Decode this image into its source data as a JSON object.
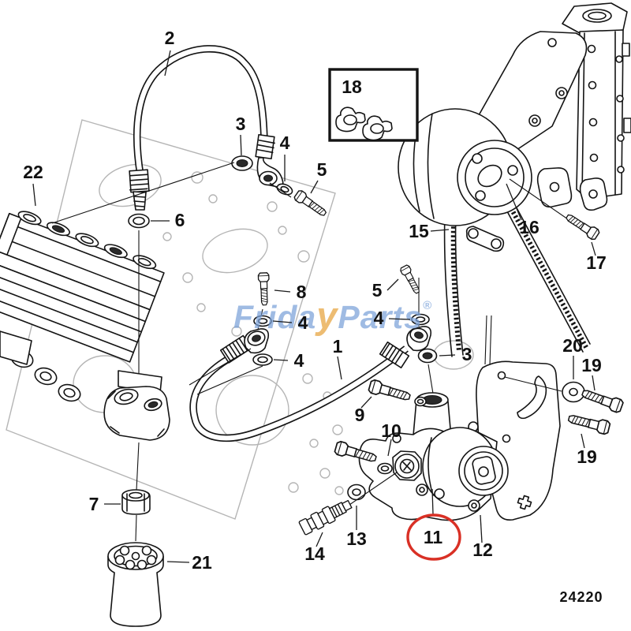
{
  "diagram": {
    "drawing_number": "24220",
    "highlight_color": "#d93025",
    "watermark": {
      "part1": "Frida",
      "part2": "y",
      "part3": "Parts",
      "reg": "®",
      "blue": "#7ba2d9",
      "orange": "#e7a33c"
    },
    "callouts": {
      "c2": "2",
      "c3t": "3",
      "c4t": "4",
      "c5t": "5",
      "c18": "18",
      "c22": "22",
      "c6": "6",
      "c8": "8",
      "c4m": "4",
      "c5r": "5",
      "c4r": "4",
      "c1": "1",
      "c4l": "4",
      "c3r": "3",
      "c9": "9",
      "c10": "10",
      "c15": "15",
      "c16": "16",
      "c17": "17",
      "c20": "20",
      "c19t": "19",
      "c19b": "19",
      "c13": "13",
      "c14": "14",
      "c11": "11",
      "c12": "12",
      "c21": "21",
      "c7": "7"
    }
  }
}
